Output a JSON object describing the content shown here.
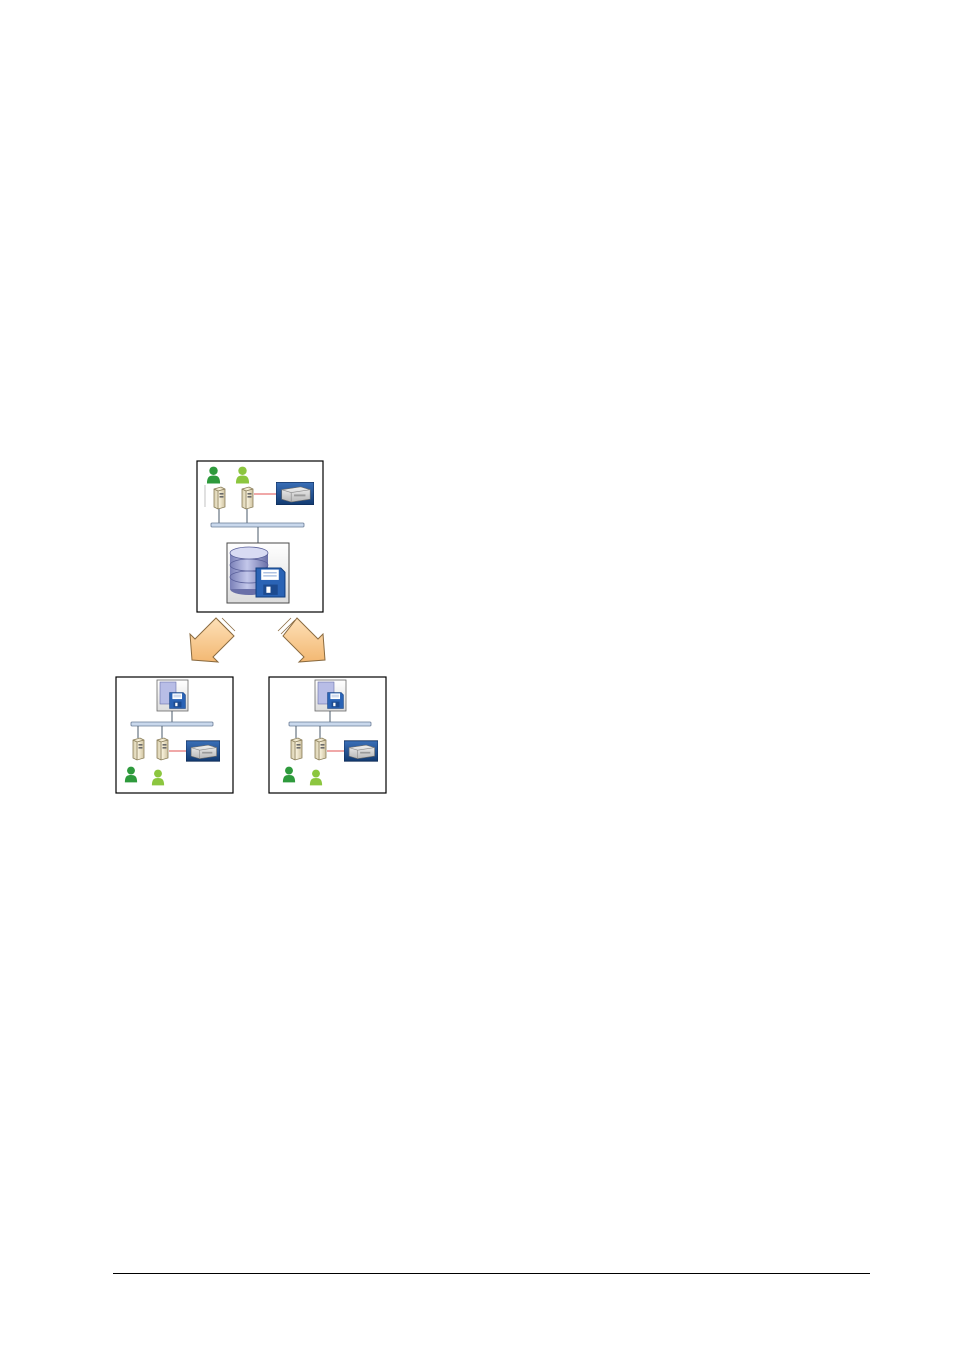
{
  "diagram": {
    "description_free": true,
    "nodes": [
      {
        "id": "central-site",
        "role": "site",
        "contains": [
          "user-icon",
          "user-icon",
          "server-icon",
          "server-icon",
          "printer-icon",
          "network-bus",
          "database-icon",
          "save-icon"
        ]
      },
      {
        "id": "branch-site-left",
        "role": "site",
        "contains": [
          "save-icon",
          "network-bus",
          "server-icon",
          "server-icon",
          "printer-icon",
          "user-icon",
          "user-icon"
        ]
      },
      {
        "id": "branch-site-right",
        "role": "site",
        "contains": [
          "save-icon",
          "network-bus",
          "server-icon",
          "server-icon",
          "printer-icon",
          "user-icon",
          "user-icon"
        ]
      }
    ],
    "edges": [
      {
        "from": "central-site",
        "to": "branch-site-left",
        "style": "block-arrow"
      },
      {
        "from": "central-site",
        "to": "branch-site-right",
        "style": "block-arrow"
      }
    ],
    "colors": {
      "user_dark": "#2e9a3c",
      "user_light": "#8cc63f",
      "server_body": "#efe6c8",
      "printer_panel": "#1f4f8f",
      "bus": "#c9d8ec",
      "database": "#8e94c9",
      "save": "#2a63b5",
      "arrow_fill": "#f8c98e",
      "arrow_stroke": "#8a6a3f",
      "frame": "#000000",
      "link_red": "#e05050"
    }
  }
}
